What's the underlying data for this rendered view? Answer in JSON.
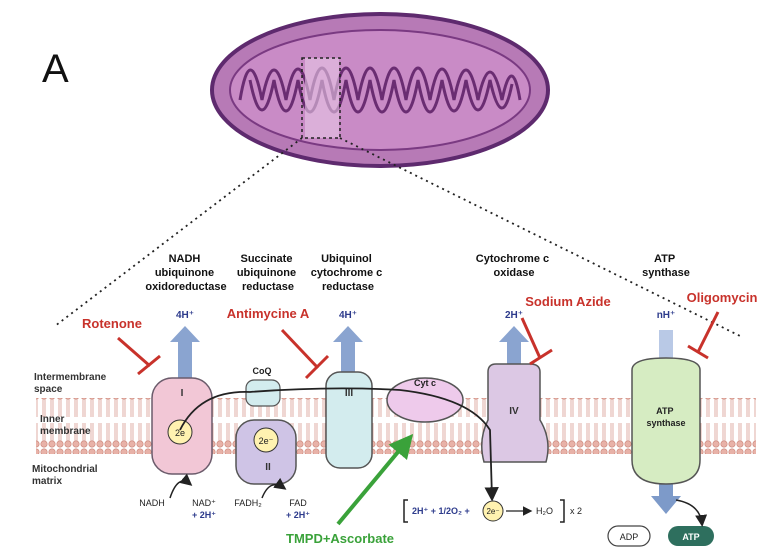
{
  "panel_label": "A",
  "regions": {
    "intermembrane": [
      "Intermembrane",
      "space"
    ],
    "inner": [
      "Inner",
      "membrane"
    ],
    "matrix": [
      "Mitochondrial",
      "matrix"
    ]
  },
  "complexes": {
    "c1": {
      "numeral": "I",
      "title": [
        "NADH",
        "ubiquinone",
        "oxidoreductase"
      ],
      "pump": "4H⁺"
    },
    "c2": {
      "numeral": "II",
      "title": [
        "Succinate",
        "ubiquinone",
        "reductase"
      ]
    },
    "c3": {
      "numeral": "III",
      "title": [
        "Ubiquinol",
        "cytochrome c",
        "reductase"
      ],
      "pump": "4H⁺"
    },
    "c4": {
      "numeral": "IV",
      "title": [
        "Cytochrome c",
        "oxidase"
      ],
      "pump": "2H⁺"
    },
    "c5": {
      "inner_label": [
        "ATP",
        "synthase"
      ],
      "title": [
        "ATP",
        "synthase"
      ],
      "pump": "nH⁺"
    }
  },
  "carriers": {
    "coq": "CoQ",
    "cytc": "Cyt c",
    "electrons_1": "2e",
    "electrons_2": "2e⁻"
  },
  "inhibitors": {
    "rotenone": "Rotenone",
    "antimycin": "Antimycine A",
    "azide": "Sodium Azide",
    "oligomycin": "Oligomycin",
    "tmpd": "TMPD+Ascorbate"
  },
  "substrates": {
    "nadh": "NADH",
    "nad": "NAD⁺",
    "nad_h": "+ 2H⁺",
    "fadh": "FADH₂",
    "fad": "FAD",
    "fad_h": "+ 2H⁺",
    "reaction_left": "2H⁺ + 1/2O₂ +",
    "reaction_e": "2e⁻",
    "reaction_right": "H₂O",
    "reaction_mult": "x 2",
    "adp": "ADP",
    "atp": "ATP"
  },
  "colors": {
    "mito_fill": "#b77ab6",
    "mito_stroke": "#5e2a6e",
    "membrane": "#e8b2a8",
    "arrow_blue": "#7d9ac9",
    "text_dark_blue": "#2d3b8c",
    "inhibitor_red": "#c8322b",
    "tmpd_green": "#3aa23a",
    "c1_fill": "#f2c7d6",
    "c2_fill": "#cfc4e6",
    "c3_fill": "#d3ecee",
    "c4_fill": "#dcc8e4",
    "c5_fill": "#d6ecc2",
    "electron_fill": "#fff2b0"
  }
}
